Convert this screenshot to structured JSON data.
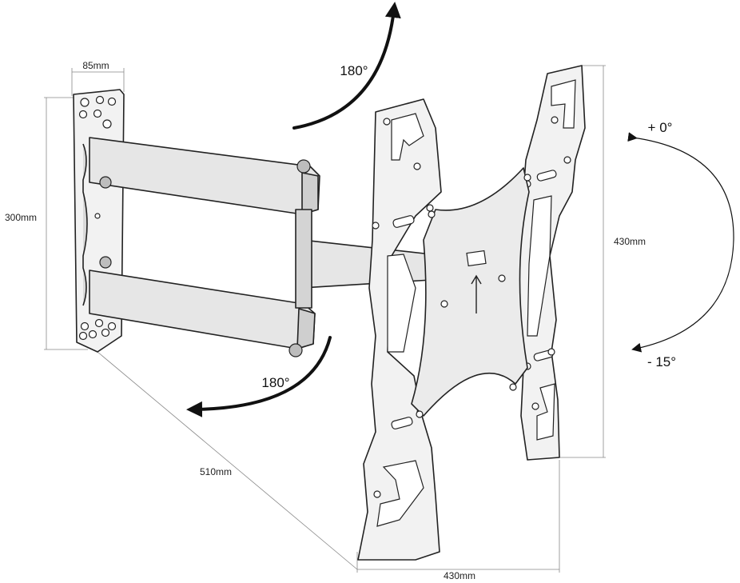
{
  "dimensions": {
    "wall_plate_width": "85mm",
    "wall_plate_height": "300mm",
    "arm_extension": "510mm",
    "vesa_height": "430mm",
    "vesa_width": "430mm"
  },
  "rotation": {
    "swivel_top": "180°",
    "swivel_bottom": "180°",
    "tilt_up": "+ 0°",
    "tilt_down": "- 15°"
  }
}
